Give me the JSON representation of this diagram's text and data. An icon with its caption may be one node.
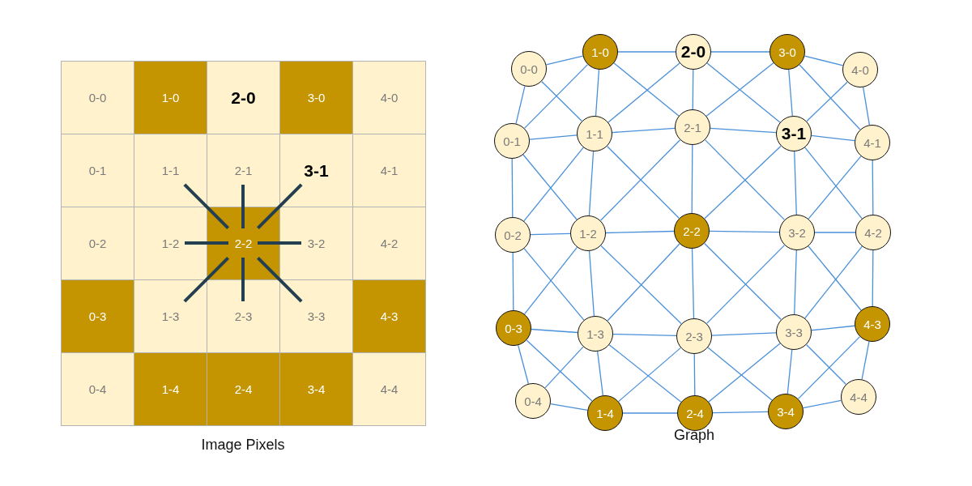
{
  "diagram": {
    "nodes": [
      {
        "text": [
          "0-0"
        ]
      },
      {
        "text": [
          "1-0"
        ]
      },
      {
        "text": [
          "2-0"
        ]
      },
      {
        "text": [
          "3-0"
        ]
      },
      {
        "text": [
          "4-0"
        ]
      },
      {
        "text": [
          "0-1"
        ]
      },
      {
        "text": [
          "1-1"
        ]
      },
      {
        "text": [
          "2-1"
        ]
      },
      {
        "text": [
          "3-1"
        ]
      },
      {
        "text": [
          "4-1"
        ]
      },
      {
        "text": [
          "0-2"
        ]
      },
      {
        "text": [
          "1-2"
        ]
      },
      {
        "text": [
          "2-2"
        ]
      },
      {
        "text": [
          "3-2"
        ]
      },
      {
        "text": [
          "4-2"
        ]
      },
      {
        "text": [
          "0-3"
        ]
      },
      {
        "text": [
          "1-3"
        ]
      },
      {
        "text": [
          "2-3"
        ]
      },
      {
        "text": [
          "3-3"
        ]
      },
      {
        "text": [
          "4-3"
        ]
      },
      {
        "text": [
          "0-4"
        ]
      },
      {
        "text": [
          "1-4"
        ]
      },
      {
        "text": [
          "2-4"
        ]
      },
      {
        "text": [
          "3-4"
        ]
      },
      {
        "text": [
          "4-4"
        ]
      },
      {
        "text": [
          "0-0"
        ]
      },
      {
        "text": [
          "1-0"
        ]
      },
      {
        "text": [
          "2-0"
        ]
      },
      {
        "text": [
          "3-0"
        ]
      },
      {
        "text": [
          "4-0"
        ]
      },
      {
        "text": [
          "0-1"
        ]
      },
      {
        "text": [
          "1-1"
        ]
      },
      {
        "text": [
          "2-1"
        ]
      },
      {
        "text": [
          "3-1"
        ]
      },
      {
        "text": [
          "4-1"
        ]
      },
      {
        "text": [
          "0-2"
        ]
      },
      {
        "text": [
          "1-2"
        ]
      },
      {
        "text": [
          "2-2"
        ]
      },
      {
        "text": [
          "3-2"
        ]
      },
      {
        "text": [
          "4-2"
        ]
      },
      {
        "text": [
          "0-3"
        ]
      },
      {
        "text": [
          "1-3"
        ]
      },
      {
        "text": [
          "2-3"
        ]
      },
      {
        "text": [
          "3-3"
        ]
      },
      {
        "text": [
          "4-3"
        ]
      },
      {
        "text": [
          "0-4"
        ]
      },
      {
        "text": [
          "1-4"
        ]
      },
      {
        "text": [
          "2-4"
        ]
      },
      {
        "text": [
          "3-4"
        ]
      },
      {
        "text": [
          "4-4"
        ]
      }
    ],
    "edges": [
      {
        "from": 25,
        "to": 26,
        "arrow": "none"
      },
      {
        "from": 25,
        "to": 30,
        "arrow": "none"
      },
      {
        "from": 25,
        "to": 31,
        "arrow": "none"
      },
      {
        "from": 26,
        "to": 27,
        "arrow": "none"
      },
      {
        "from": 26,
        "to": 31,
        "arrow": "none"
      },
      {
        "from": 26,
        "to": 32,
        "arrow": "none"
      },
      {
        "from": 26,
        "to": 30,
        "arrow": "none"
      },
      {
        "from": 27,
        "to": 28,
        "arrow": "none"
      },
      {
        "from": 27,
        "to": 32,
        "arrow": "none"
      },
      {
        "from": 27,
        "to": 33,
        "arrow": "none"
      },
      {
        "from": 27,
        "to": 31,
        "arrow": "none"
      },
      {
        "from": 28,
        "to": 29,
        "arrow": "none"
      },
      {
        "from": 28,
        "to": 33,
        "arrow": "none"
      },
      {
        "from": 28,
        "to": 34,
        "arrow": "none"
      },
      {
        "from": 28,
        "to": 32,
        "arrow": "none"
      },
      {
        "from": 29,
        "to": 34,
        "arrow": "none"
      },
      {
        "from": 29,
        "to": 33,
        "arrow": "none"
      },
      {
        "from": 30,
        "to": 31,
        "arrow": "none"
      },
      {
        "from": 30,
        "to": 35,
        "arrow": "none"
      },
      {
        "from": 30,
        "to": 36,
        "arrow": "none"
      },
      {
        "from": 31,
        "to": 32,
        "arrow": "none"
      },
      {
        "from": 31,
        "to": 36,
        "arrow": "none"
      },
      {
        "from": 31,
        "to": 37,
        "arrow": "none"
      },
      {
        "from": 31,
        "to": 35,
        "arrow": "none"
      },
      {
        "from": 32,
        "to": 33,
        "arrow": "none"
      },
      {
        "from": 32,
        "to": 37,
        "arrow": "none"
      },
      {
        "from": 32,
        "to": 38,
        "arrow": "none"
      },
      {
        "from": 32,
        "to": 36,
        "arrow": "none"
      },
      {
        "from": 33,
        "to": 34,
        "arrow": "none"
      },
      {
        "from": 33,
        "to": 38,
        "arrow": "none"
      },
      {
        "from": 33,
        "to": 39,
        "arrow": "none"
      },
      {
        "from": 33,
        "to": 37,
        "arrow": "none"
      },
      {
        "from": 34,
        "to": 39,
        "arrow": "none"
      },
      {
        "from": 34,
        "to": 38,
        "arrow": "none"
      },
      {
        "from": 35,
        "to": 36,
        "arrow": "none"
      },
      {
        "from": 35,
        "to": 40,
        "arrow": "none"
      },
      {
        "from": 35,
        "to": 41,
        "arrow": "none"
      },
      {
        "from": 36,
        "to": 37,
        "arrow": "none"
      },
      {
        "from": 36,
        "to": 41,
        "arrow": "none"
      },
      {
        "from": 36,
        "to": 42,
        "arrow": "none"
      },
      {
        "from": 36,
        "to": 40,
        "arrow": "none"
      },
      {
        "from": 37,
        "to": 38,
        "arrow": "none"
      },
      {
        "from": 37,
        "to": 42,
        "arrow": "none"
      },
      {
        "from": 37,
        "to": 43,
        "arrow": "none"
      },
      {
        "from": 37,
        "to": 41,
        "arrow": "none"
      },
      {
        "from": 38,
        "to": 39,
        "arrow": "none"
      },
      {
        "from": 38,
        "to": 43,
        "arrow": "none"
      },
      {
        "from": 38,
        "to": 44,
        "arrow": "none"
      },
      {
        "from": 38,
        "to": 42,
        "arrow": "none"
      },
      {
        "from": 39,
        "to": 44,
        "arrow": "none"
      },
      {
        "from": 39,
        "to": 43,
        "arrow": "none"
      },
      {
        "from": 40,
        "to": 41,
        "arrow": "none"
      },
      {
        "from": 40,
        "to": 45,
        "arrow": "none"
      },
      {
        "from": 40,
        "to": 46,
        "arrow": "none"
      },
      {
        "from": 41,
        "to": 42,
        "arrow": "none"
      },
      {
        "from": 41,
        "to": 46,
        "arrow": "none"
      },
      {
        "from": 41,
        "to": 47,
        "arrow": "none"
      },
      {
        "from": 41,
        "to": 45,
        "arrow": "none"
      },
      {
        "from": 42,
        "to": 43,
        "arrow": "none"
      },
      {
        "from": 42,
        "to": 47,
        "arrow": "none"
      },
      {
        "from": 42,
        "to": 48,
        "arrow": "none"
      },
      {
        "from": 42,
        "to": 46,
        "arrow": "none"
      },
      {
        "from": 43,
        "to": 44,
        "arrow": "none"
      },
      {
        "from": 43,
        "to": 48,
        "arrow": "none"
      },
      {
        "from": 43,
        "to": 49,
        "arrow": "none"
      },
      {
        "from": 43,
        "to": 47,
        "arrow": "none"
      },
      {
        "from": 44,
        "to": 49,
        "arrow": "none"
      },
      {
        "from": 44,
        "to": 48,
        "arrow": "none"
      },
      {
        "from": 45,
        "to": 46,
        "arrow": "none"
      },
      {
        "from": 46,
        "to": 47,
        "arrow": "none"
      },
      {
        "from": 47,
        "to": 48,
        "arrow": "none"
      },
      {
        "from": 48,
        "to": 49,
        "arrow": "none"
      },
      {
        "from": 12,
        "to": 6,
        "arrow": "none",
        "style": "thick",
        "color": "#243f4f"
      },
      {
        "from": 12,
        "to": 7,
        "arrow": "none",
        "style": "thick",
        "color": "#243f4f"
      },
      {
        "from": 12,
        "to": 8,
        "arrow": "none",
        "style": "thick",
        "color": "#243f4f"
      },
      {
        "from": 12,
        "to": 11,
        "arrow": "none",
        "style": "thick",
        "color": "#243f4f"
      },
      {
        "from": 12,
        "to": 13,
        "arrow": "none",
        "style": "thick",
        "color": "#243f4f"
      },
      {
        "from": 12,
        "to": 16,
        "arrow": "none",
        "style": "thick",
        "color": "#243f4f"
      },
      {
        "from": 12,
        "to": 17,
        "arrow": "none",
        "style": "thick",
        "color": "#243f4f"
      },
      {
        "from": 12,
        "to": 18,
        "arrow": "none",
        "style": "thick",
        "color": "#243f4f"
      }
    ],
    "labels": [
      "Image Pixels",
      "Graph"
    ]
  }
}
